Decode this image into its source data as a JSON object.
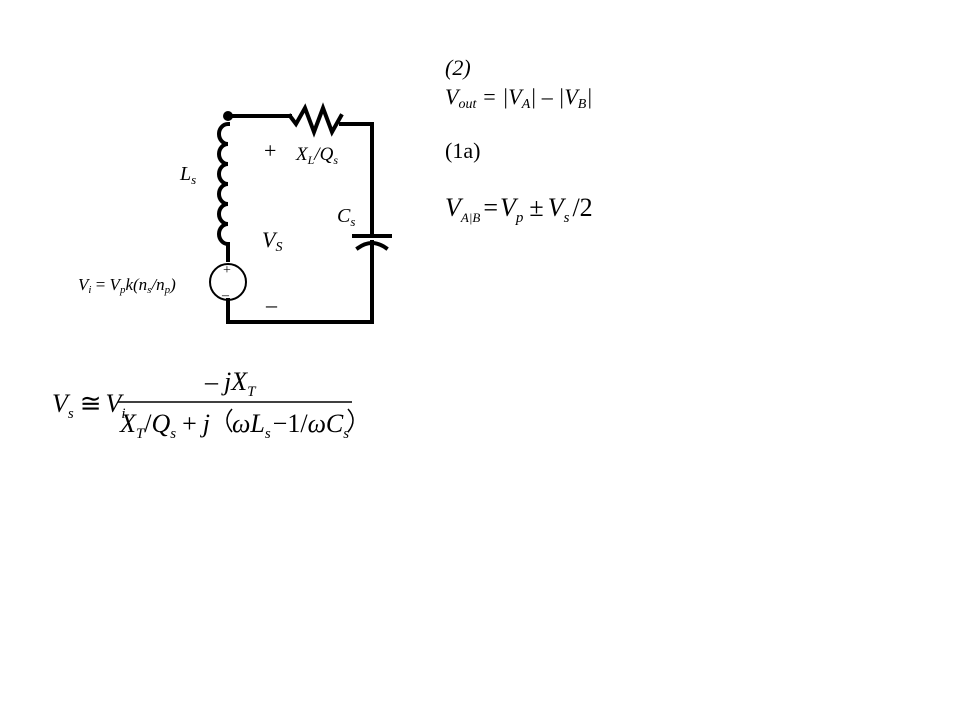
{
  "labels": {
    "plus_top": "+",
    "minus_bottom": "–",
    "ls_main": "L",
    "ls_sub": "s",
    "xl_main": "X",
    "xl_sub": "L",
    "xl_slash": "/",
    "q_main": "Q",
    "q_sub": "s",
    "cs_main": "C",
    "cs_sub": "s",
    "vs_main": "V",
    "vs_sub": "S",
    "src_plus": "+",
    "src_minus": "–",
    "vi_v": "V",
    "vi_sub": "i",
    "vi_eq": " = ",
    "vi_vp": "V",
    "vi_p": "p",
    "vi_k": "k(n",
    "vi_s": "s",
    "vi_slash": "/n",
    "vi_p2": "p",
    "vi_close": ")"
  },
  "equations": {
    "eq2_label": "(2)",
    "eq2_v": "V",
    "eq2_out": "out",
    "eq2_mid": " = |V",
    "eq2_a": "A",
    "eq2_minus": "| – |V",
    "eq2_b": "B",
    "eq2_end": "|",
    "eq1a_label": "(1a)",
    "vab_v": "V",
    "vab_sub": "A|B",
    "vab_eq": "=",
    "vab_vp": "V",
    "vab_p": "p",
    "vab_pm": "±",
    "vab_vs": "V",
    "vab_s": "s",
    "vab_div": "/2",
    "vs_lhs": "V",
    "vs_lhs_sub": "s",
    "vs_approx": "≅",
    "vs_vi": "V",
    "vs_vi_sub": "i",
    "num_minus": "–",
    "num_j": "jX",
    "num_t": "T",
    "den_x": "X",
    "den_t": "T",
    "den_slash": "/",
    "den_q": "Q",
    "den_qs": "s",
    "den_plus": "+",
    "den_j": "j",
    "den_omega": "ωL",
    "den_ls": "s",
    "den_minus1": "−1/",
    "den_omega2": "ωC",
    "den_cs": "s"
  }
}
